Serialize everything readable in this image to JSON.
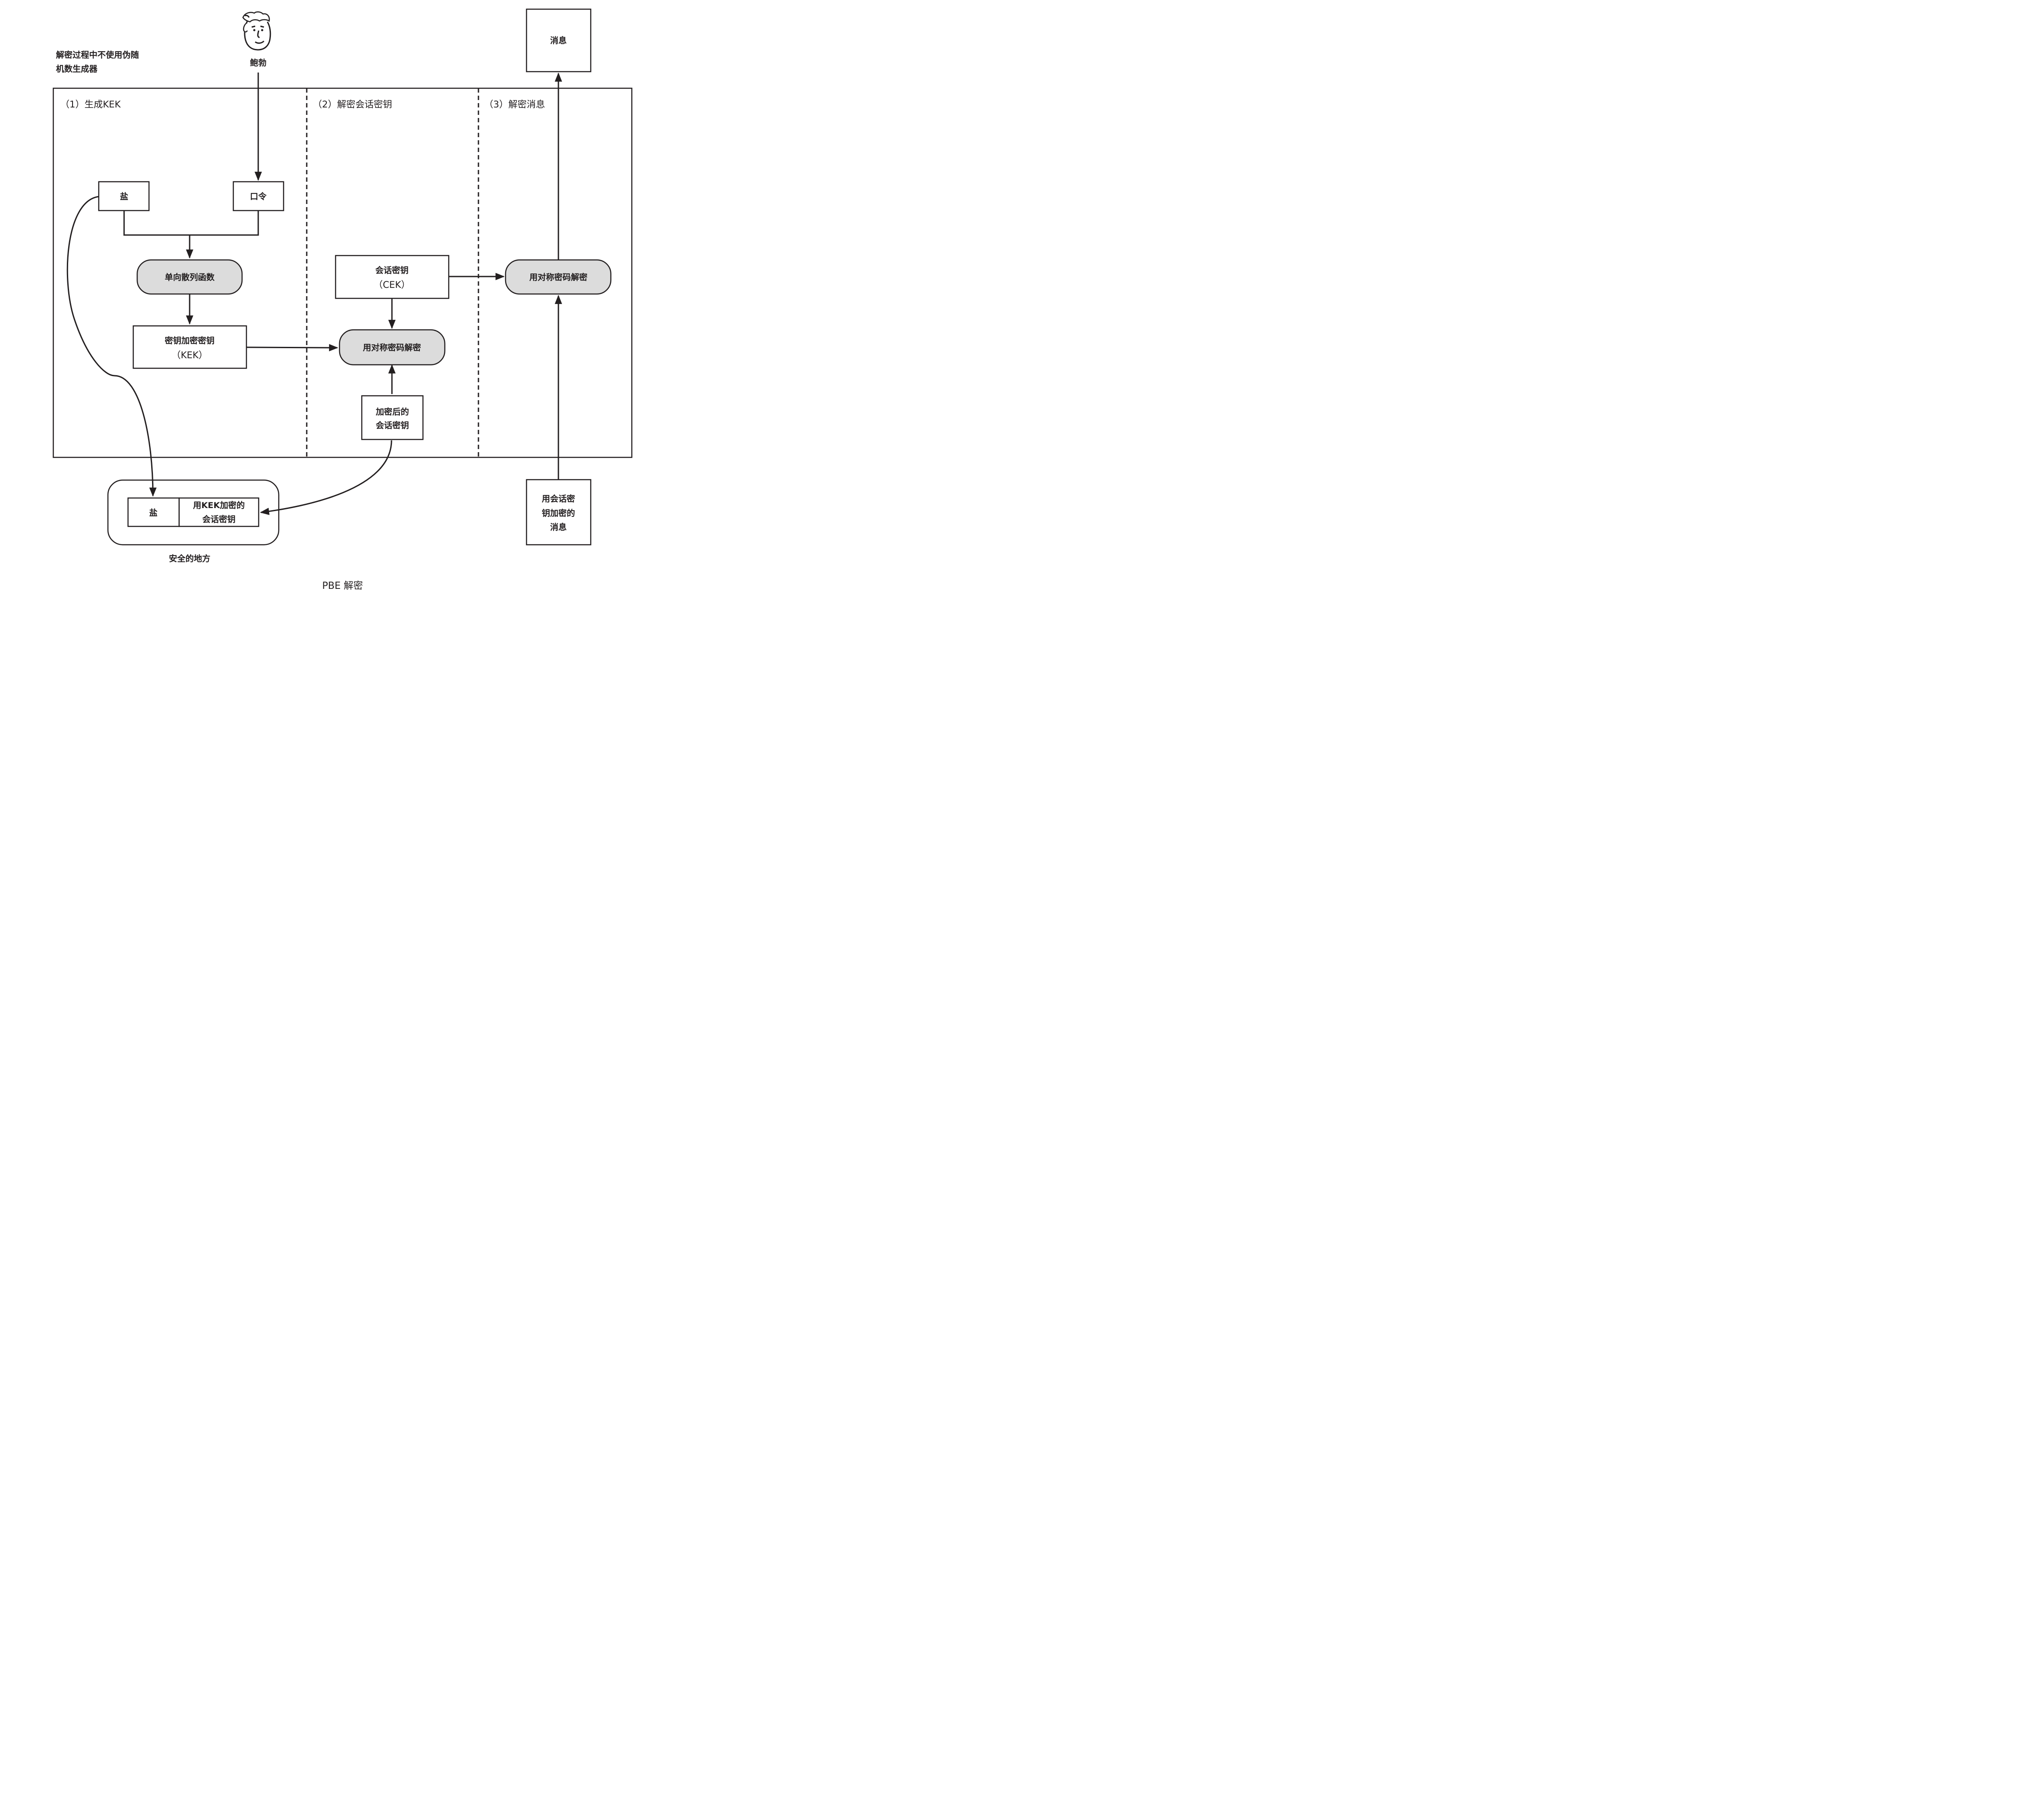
{
  "top_note": [
    "解密过程中不使用伪随",
    "机数生成器"
  ],
  "person": {
    "name": "鲍勃",
    "icon": "person-face-icon"
  },
  "sections": [
    {
      "label": "（1）生成KEK"
    },
    {
      "label": "（2）解密会话密钥"
    },
    {
      "label": "（3）解密消息"
    }
  ],
  "nodes": {
    "salt": "盐",
    "password": "口令",
    "hash": "单向散列函数",
    "kek": [
      "密钥加密密钥",
      "（KEK）"
    ],
    "cek": [
      "会话密钥",
      "（CEK）"
    ],
    "sym_decrypt_1": "用对称密码解密",
    "encrypted_session_key": [
      "加密后的",
      "会话密钥"
    ],
    "sym_decrypt_2": "用对称密码解密",
    "message": "消息",
    "encrypted_message": [
      "用会话密",
      "钥加密的",
      "消息"
    ]
  },
  "safe_place": {
    "caption": "安全的地方",
    "salt": "盐",
    "encrypted_key": [
      "用KEK加密的",
      "会话密钥"
    ]
  },
  "caption": "PBE 解密"
}
